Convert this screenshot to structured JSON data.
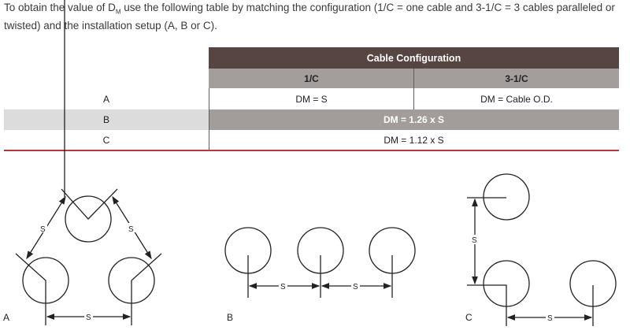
{
  "intro": {
    "pre": "To obtain the value of D",
    "sub": "M",
    "post": " use the following table by matching the configuration (1/C = one cable and 3-1/C = 3 cables paralleled or twisted) and the installation setup (A, B or C)."
  },
  "table": {
    "header": "Cable Configuration",
    "columns": [
      "1/C",
      "3-1/C"
    ],
    "rows": [
      {
        "setup": "A",
        "one_c": "DM = S",
        "three_c": "DM = Cable O.D."
      },
      {
        "setup": "B",
        "merged": "DM = 1.26 x S"
      },
      {
        "setup": "C",
        "merged": "DM = 1.12 x S"
      }
    ]
  },
  "diagrams": {
    "labels": [
      "A",
      "B",
      "C"
    ],
    "spacing": "S"
  }
}
